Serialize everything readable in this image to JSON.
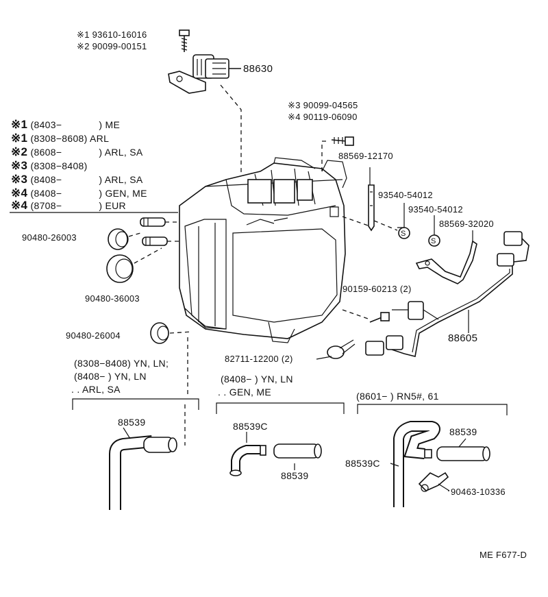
{
  "diagram": {
    "screw_note_1": "※1 93610-16016",
    "screw_note_2": "※2 90099-00151",
    "part_88630": "88630",
    "note_3": "※3 90099-04565",
    "note_4": "※4 90119-06090",
    "part_88569_12170": "88569-12170",
    "part_93540_a": "93540-54012",
    "part_93540_b": "93540-54012",
    "part_88569_32020": "88569-32020",
    "part_90480_26003": "90480-26003",
    "part_90480_36003": "90480-36003",
    "part_90159": "90159-60213 (2)",
    "part_88605": "88605",
    "part_90480_26004": "90480-26004",
    "part_82711": "82711-12200 (2)",
    "part_88539_a": "88539",
    "part_88539C_a": "88539C",
    "part_88539_b": "88539",
    "part_88539_c": "88539",
    "part_88539C_b": "88539C",
    "part_90463": "90463-10336",
    "figure_code": "ME F677-D",
    "s_mark": "S",
    "apps": [
      {
        "mark": "※1",
        "range": "(8403−",
        "close": ")",
        "model": "ME"
      },
      {
        "mark": "※1",
        "range": "(8308−8608)",
        "close": "",
        "model": "ARL"
      },
      {
        "mark": "※2",
        "range": "(8608−",
        "close": ")",
        "model": "ARL, SA"
      },
      {
        "mark": "※3",
        "range": "(8308−8408)",
        "close": "",
        "model": ""
      },
      {
        "mark": "※3",
        "range": "(8408−",
        "close": ")",
        "model": "ARL, SA"
      },
      {
        "mark": "※4",
        "range": "(8408−",
        "close": ")",
        "model": "GEN, ME"
      },
      {
        "mark": "※4",
        "range": "(8708−",
        "close": ")",
        "model": "EUR"
      }
    ],
    "hose_groups": {
      "g1_line1": "(8308−8408) YN, LN;",
      "g1_line2": "(8408−      ) YN, LN",
      "g1_line3": ". . ARL, SA",
      "g2_line1": "(8408−        ) YN, LN",
      "g2_line2": ". . GEN, ME",
      "g3_line1": "(8601−          ) RN5#, 61"
    }
  }
}
